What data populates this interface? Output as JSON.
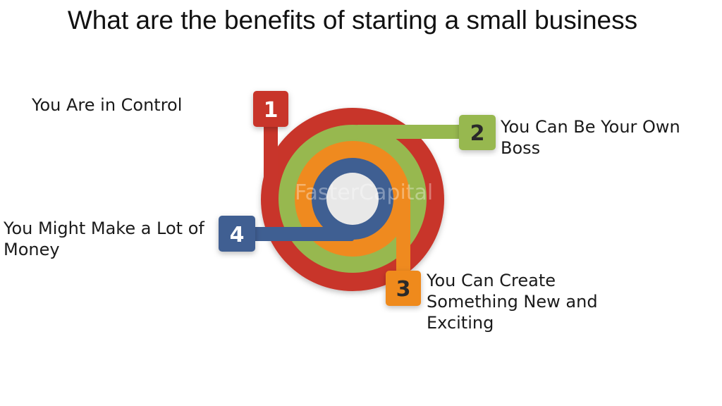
{
  "title": "What are the benefits of starting a small business",
  "watermark": "FasterCapital",
  "benefits": [
    {
      "number": "1",
      "label": "You Are in Control",
      "color": "#c8352b"
    },
    {
      "number": "2",
      "label": "You Can Be Your Own Boss",
      "color": "#97b84f"
    },
    {
      "number": "3",
      "label": "You Can Create Something New and Exciting",
      "color": "#ef8a1f"
    },
    {
      "number": "4",
      "label": "You Might Make a Lot of Money",
      "color": "#3f5f92"
    }
  ],
  "center_color": "#e8e8e8"
}
